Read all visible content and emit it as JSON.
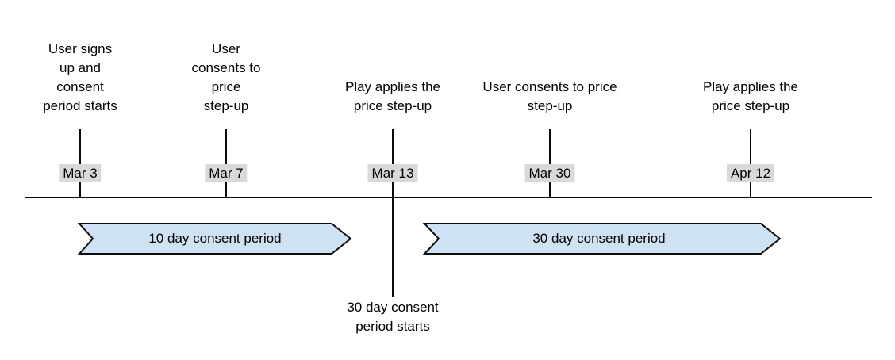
{
  "diagram": {
    "kind": "timeline",
    "axis": {
      "orientation": "horizontal",
      "tick_count": 5
    }
  },
  "events": [
    {
      "date": "Mar 3",
      "label": "User signs\nup and\nconsent\nperiod starts"
    },
    {
      "date": "Mar 7",
      "label": "User\nconsents to\nprice\nstep-up"
    },
    {
      "date": "Mar 13",
      "label": "Play applies the\nprice step-up",
      "note_below": "30 day consent\nperiod starts"
    },
    {
      "date": "Mar 30",
      "label": "User consents to price\nstep-up"
    },
    {
      "date": "Apr 12",
      "label": "Play applies the\nprice step-up"
    }
  ],
  "periods": [
    {
      "label": "10 day consent period"
    },
    {
      "label": "30 day consent period"
    }
  ],
  "colors": {
    "background": "#ffffff",
    "line": "#0a0a0a",
    "text": "#000000",
    "date_badge_bg": "#d9d9d9",
    "period_fill": "#cfe2f3",
    "period_border": "#0d0d0d"
  }
}
